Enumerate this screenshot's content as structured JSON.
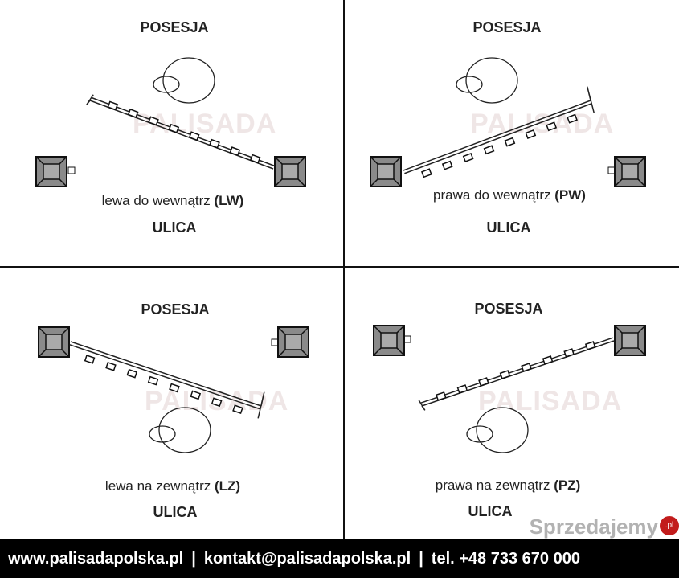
{
  "quadrants": [
    {
      "top": "POSESJA",
      "caption": "lewa do wewnątrz",
      "code": "(LW)",
      "bottom": "ULICA"
    },
    {
      "top": "POSESJA",
      "caption": "prawa do wewnątrz",
      "code": "(PW)",
      "bottom": "ULICA"
    },
    {
      "top": "POSESJA",
      "caption": "lewa na zewnątrz",
      "code": "(LZ)",
      "bottom": "ULICA"
    },
    {
      "top": "POSESJA",
      "caption": "prawa na zewnątrz",
      "code": "(PZ)",
      "bottom": "ULICA"
    }
  ],
  "watermark": "PALISADA",
  "footer": {
    "website": "www.palisadapolska.pl",
    "separator": "|",
    "email": "kontakt@palisadapolska.pl",
    "phone": "tel. +48 733 670 000"
  },
  "overlay": {
    "brand": "Sprzedajemy",
    "badge": ".pl"
  },
  "colors": {
    "post": "#8a8a8a",
    "accent": "#c8642a",
    "footer_bg": "#000000"
  }
}
